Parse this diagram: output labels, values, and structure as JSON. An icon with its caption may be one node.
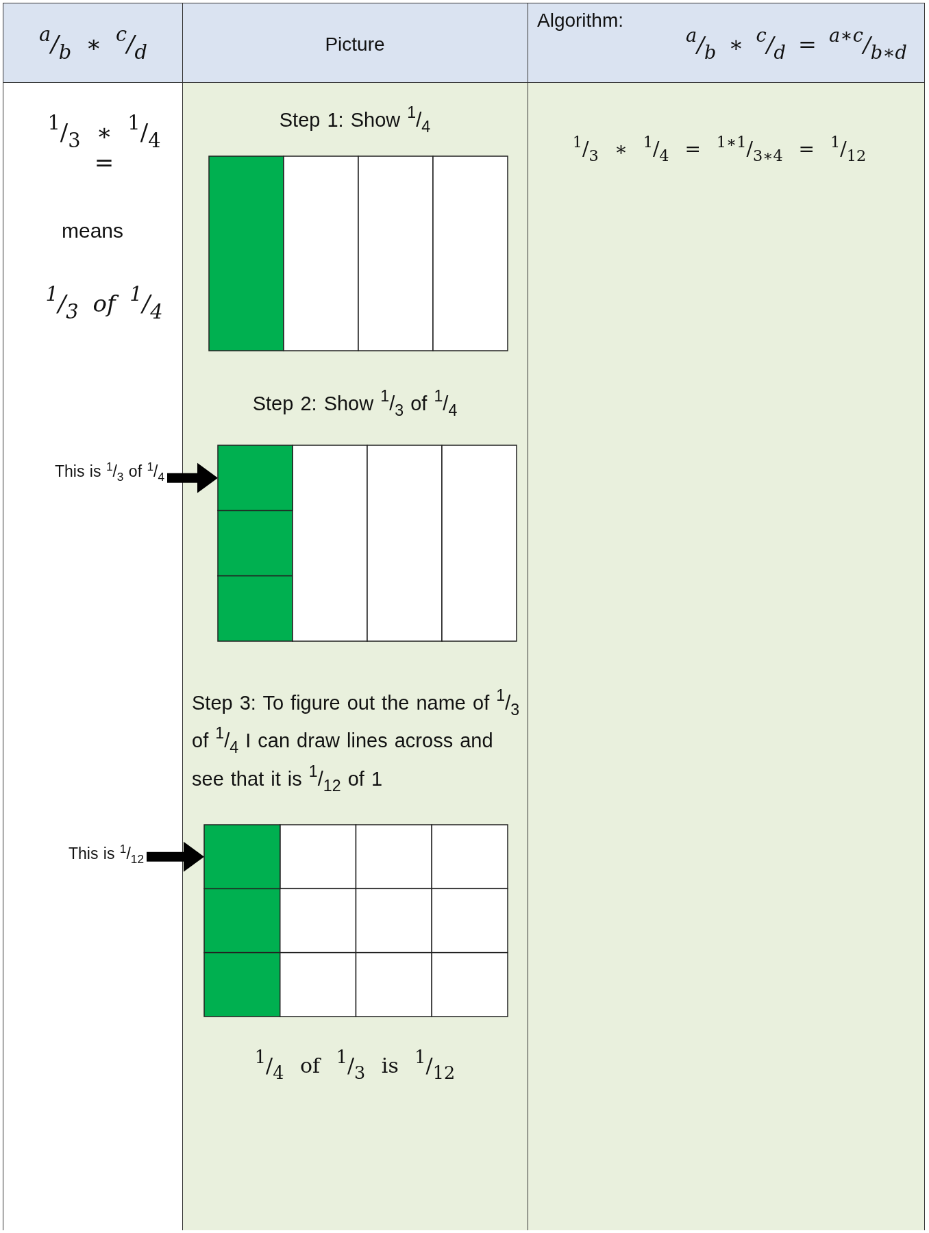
{
  "diagram": {
    "nodes": [
      {
        "text": [
          "This is $^{1}$/$_{3}$ of $^{1}$/$_{4}$"
        ]
      },
      {
        "text": [],
        "shape": "box"
      },
      {
        "text": [
          "This is $^{1}$/$_{12}$"
        ]
      },
      {
        "text": [],
        "shape": "box"
      }
    ],
    "edges": [
      {
        "from": 0,
        "to": 1,
        "arrow": "to"
      },
      {
        "from": 2,
        "to": 3,
        "arrow": "to"
      }
    ],
    "labels": [
      "$^{a}$/$_{b}$ ∗ $^{c}$/$_{d}$",
      "Picture",
      "Algorithm:",
      "$^{a}$/$_{b}$ ∗ $^{c}$/$_{d}$ = $^{a∗c}$/$_{b∗d}$",
      "$^{1}$/$_{3}$ ∗ $^{1}$/$_{4}$ =",
      "Step 1: Show $^{1}$/$_{4}$",
      "$^{1}$/$_{3}$ ∗ $^{1}$/$_{4}$ = $^{1∗1}$/$_{3∗4}$ = $^{1}$/$_{12}$",
      "means",
      "$^{1}$/$_{3}$ of $^{1}$/$_{4}$",
      "Step 2: Show $^{1}$/$_{3}$ of $^{1}$/$_{4}$",
      "Step 3: To figure out the name of $^{1}$/$_{3}$ of $^{1}$/$_{4}$ I can draw lines across and see that it is $^{1}$/$_{12}$ of 1",
      "$^{1}$/$_{4}$ of $^{1}$/$_{3}$ is $^{1}$/$_{12}$"
    ]
  }
}
